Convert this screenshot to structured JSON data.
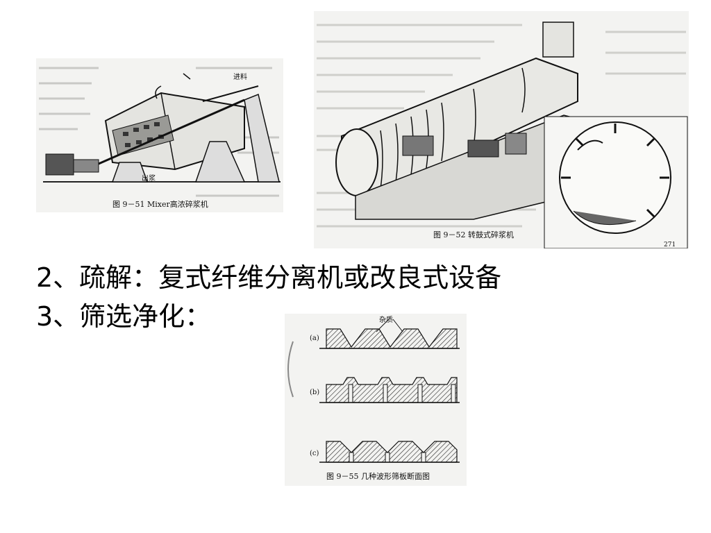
{
  "figures": {
    "mixer": {
      "caption": "图 9－51  Mixer高浓碎浆机",
      "label_in": "进料",
      "label_out": "出浆"
    },
    "drum": {
      "caption": "图 9－52  转鼓式碎浆机",
      "page_number": "271"
    },
    "screen": {
      "caption": "图 9－55  几种波形筛板断面图",
      "label_impurity": "杂质",
      "label_a": "(a)",
      "label_b": "(b)",
      "label_c": "(c)"
    }
  },
  "content": {
    "line2": "2、疏解：复式纤维分离机或改良式设备",
    "line3": "3、筛选净化："
  }
}
